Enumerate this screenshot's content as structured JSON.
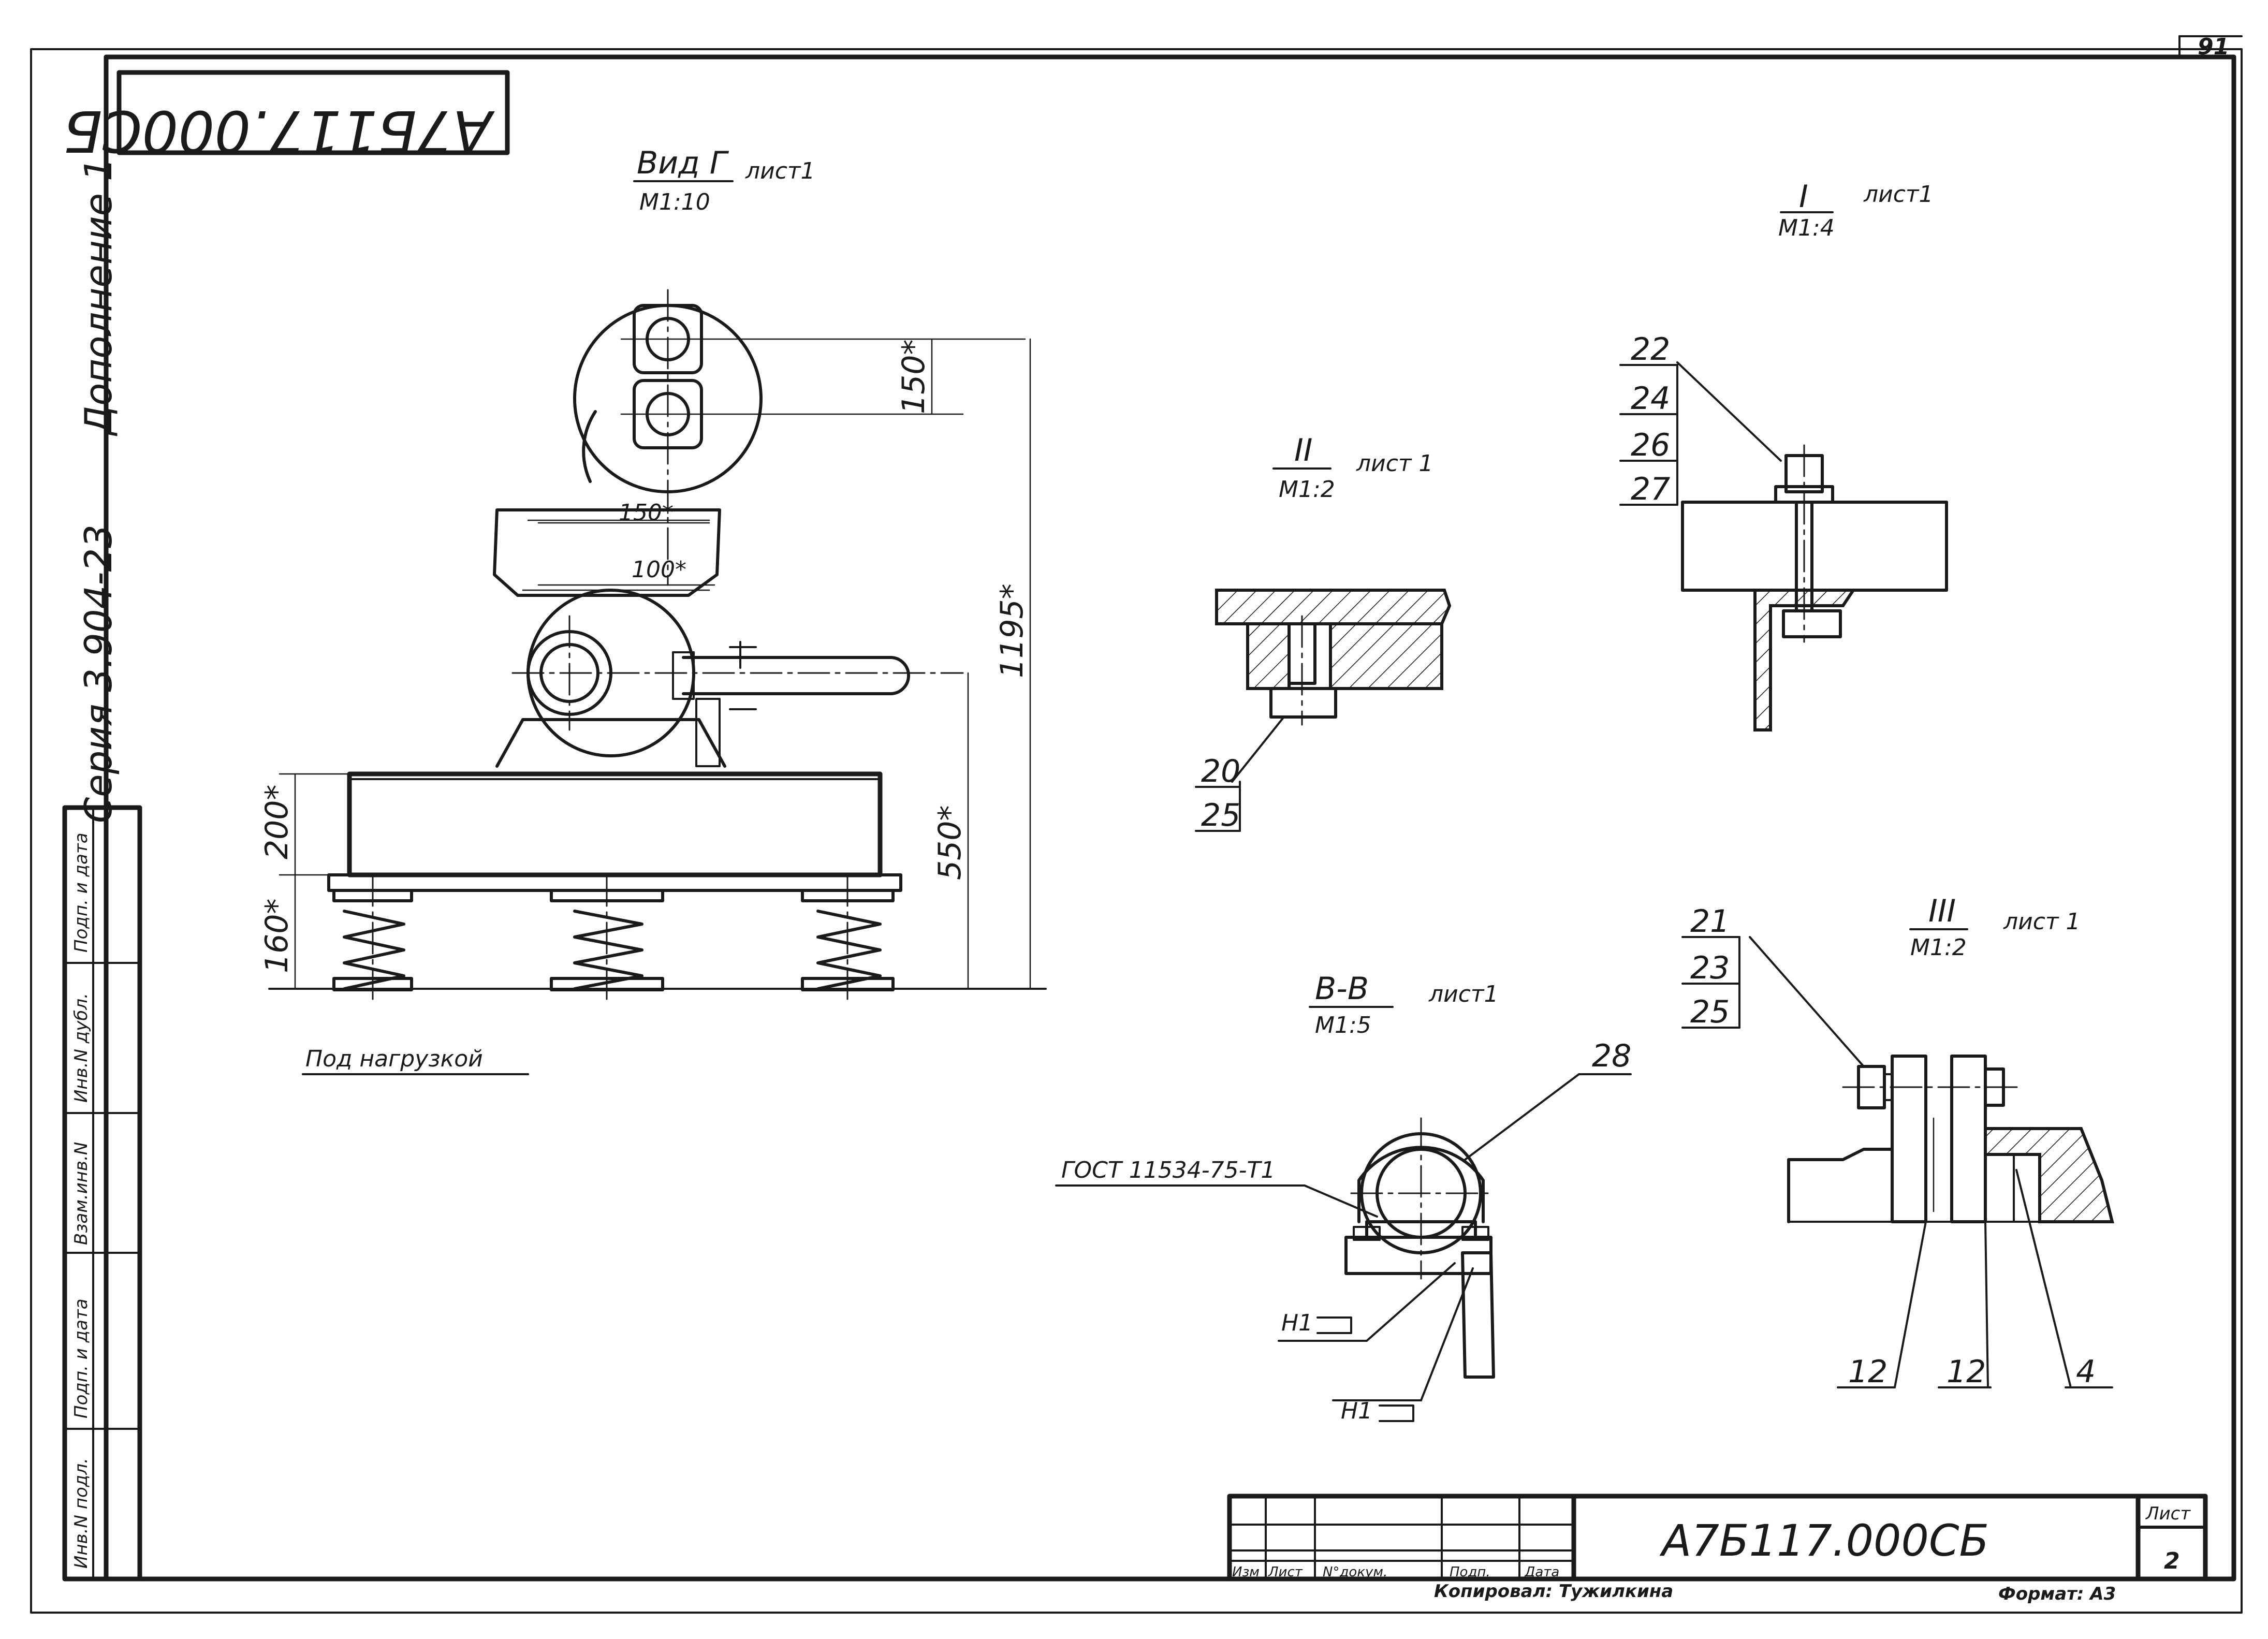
{
  "sheet_number_corner": "91",
  "doc_code_rotated": "А7Б117.000СБ",
  "side_note_addition": "Дополнение 1",
  "side_note_series": "Серия 3.904-23",
  "left_stamp": [
    "Инв.N подл.",
    "Подп. и дата",
    "Взам.инв.N",
    "Инв.N дубл.",
    "Подп. и дата"
  ],
  "views": {
    "view_g": {
      "title": "Вид Г",
      "scale": "М1:10",
      "ref": "лист1"
    },
    "view_i": {
      "title": "I",
      "scale": "М1:4",
      "ref": "лист1"
    },
    "view_ii": {
      "title": "II",
      "scale": "М1:2",
      "ref": "лист 1"
    },
    "view_iii": {
      "title": "III",
      "scale": "М1:2",
      "ref": "лист 1"
    },
    "view_bb": {
      "title": "В-В",
      "scale": "М1:5",
      "ref": "лист1"
    }
  },
  "dimensions": {
    "d150_top": "150*",
    "d150_mid": "150*",
    "d100": "100*",
    "d1195": "1195*",
    "d550": "550*",
    "d200": "200*",
    "d160": "160*"
  },
  "notes": {
    "under_load": "Под нагрузкой",
    "gost": "ГОСТ 11534-75-Т1",
    "weld_1": "Н1",
    "weld_2": "Н1"
  },
  "callouts": {
    "view_i": [
      "22",
      "24",
      "26",
      "27"
    ],
    "view_ii": [
      "20",
      "25"
    ],
    "view_iii": [
      "21",
      "23",
      "25"
    ],
    "view_iii_bottom": [
      "12",
      "12",
      "4"
    ],
    "view_bb": "28"
  },
  "title_block": {
    "headers": [
      "Изм",
      "Лист",
      "N°докум.",
      "Подп.",
      "Дата"
    ],
    "doc_code": "А7Б117.000СБ",
    "sheet_label": "Лист",
    "sheet_value": "2",
    "copied_by": "Копировал: Тужилкина",
    "format": "Формат: А3"
  }
}
